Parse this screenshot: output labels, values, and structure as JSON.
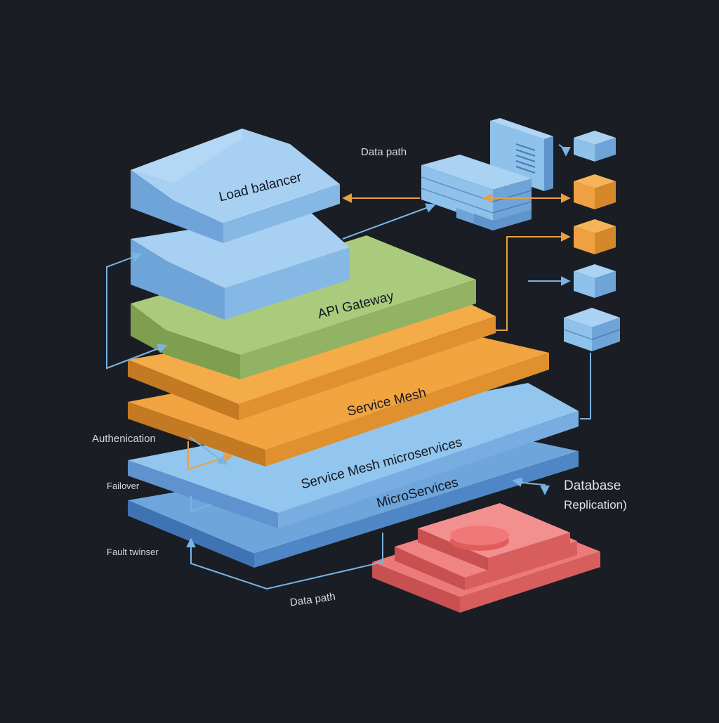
{
  "layers": {
    "load_balancer": "Load balancer",
    "api_gateway": "API Gateway",
    "service_mesh": "Service Mesh",
    "service_mesh_microservices": "Service Mesh microservices",
    "microservices": "MicroServices"
  },
  "labels": {
    "data_path_top": "Data path",
    "data_path_bottom": "Data path",
    "authentication": "Authenication",
    "failover": "Failover",
    "fault_tolerance": "Fault twinser",
    "database_line1": "Database",
    "database_line2": "Replication)"
  },
  "colors": {
    "background": "#1a1d24",
    "blue": "#8ec2ea",
    "green": "#a8c878",
    "orange": "#f0a040",
    "red": "#e86868",
    "arrow_orange": "#e8a040",
    "arrow_blue": "#7ab4e4"
  }
}
